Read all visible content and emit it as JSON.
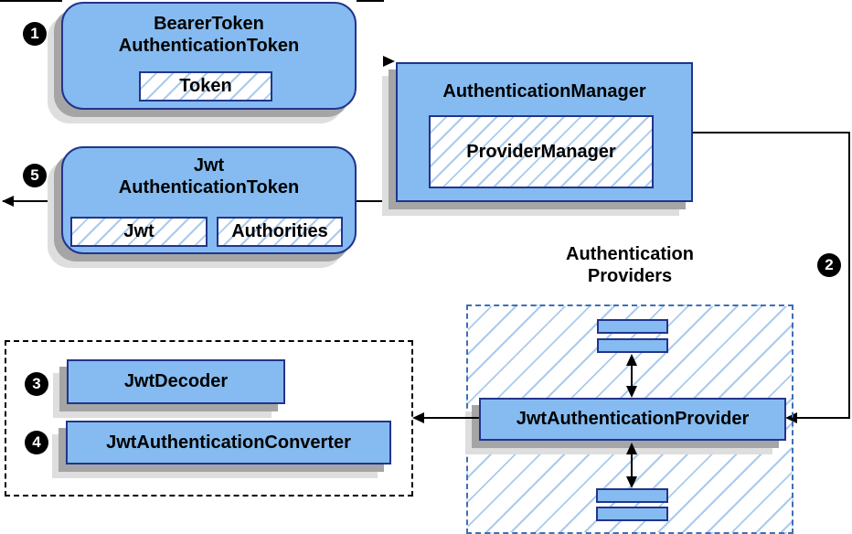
{
  "colors": {
    "fill": "#85BBF0",
    "border": "#22348C",
    "hatch": "#A9CBEE",
    "providers_border": "#3D6FB5",
    "shadow_dark": "#A5A5A5",
    "shadow_light": "#DEDEDE",
    "line": "#000000"
  },
  "steps": {
    "s1": "1",
    "s2": "2",
    "s3": "3",
    "s4": "4",
    "s5": "5"
  },
  "nodes": {
    "bearer": {
      "line1": "BearerToken",
      "line2": "AuthenticationToken",
      "chip": "Token"
    },
    "manager": {
      "title": "AuthenticationManager",
      "inner": "ProviderManager"
    },
    "jwt": {
      "line1": "Jwt",
      "line2": "AuthenticationToken",
      "chip1": "Jwt",
      "chip2": "Authorities"
    },
    "providers": {
      "title_line1": "Authentication",
      "title_line2": "Providers",
      "main": "JwtAuthenticationProvider"
    },
    "decoder": {
      "label": "JwtDecoder"
    },
    "converter": {
      "label": "JwtAuthenticationConverter"
    }
  }
}
